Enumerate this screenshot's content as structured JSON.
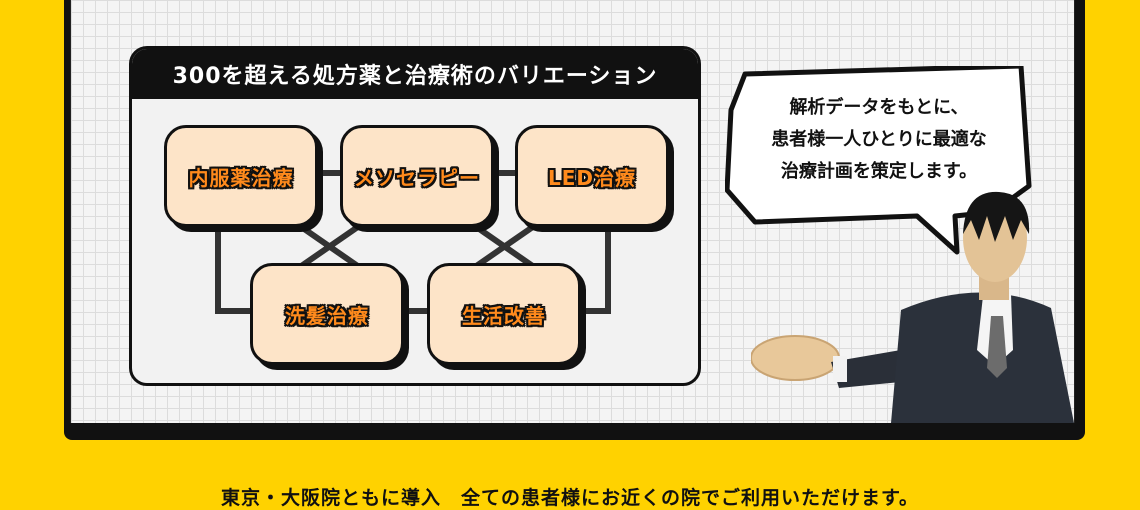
{
  "panel": {
    "title": "300を超える処方薬と治療術のバリエーション",
    "nodes": {
      "internal_medicine": "内服薬治療",
      "mesotherapy": "メソセラピー",
      "led": "LED治療",
      "hair_wash": "洗髪治療",
      "lifestyle": "生活改善"
    }
  },
  "speech_bubble": {
    "line1": "解析データをもとに、",
    "line2": "患者様一人ひとりに最適な",
    "line3": "治療計画を策定します。"
  },
  "footer": {
    "caption": "東京・大阪院ともに導入　全ての患者様にお近くの院でご利用いただけます。"
  },
  "colors": {
    "background": "#FFD200",
    "node_fill": "#fde4c8",
    "node_text": "#ff8a1c"
  }
}
